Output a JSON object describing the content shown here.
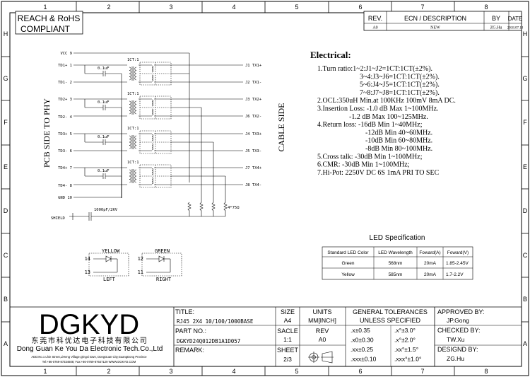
{
  "border": {
    "cols": [
      "1",
      "2",
      "3",
      "4",
      "5",
      "6",
      "7",
      "8"
    ],
    "rows": [
      "H",
      "G",
      "F",
      "E",
      "D",
      "C",
      "B",
      "A"
    ]
  },
  "compliance": {
    "line1": "REACH & RoHS",
    "line2": "COMPLIANT"
  },
  "revision_table": {
    "headers": [
      "REV.",
      "ECN / DESCRIPTION",
      "BY",
      "DATE"
    ],
    "row": [
      "A0",
      "NEW",
      "ZG.Hu",
      "2018.07.18"
    ]
  },
  "schematic": {
    "side_pcb": "PCB SIDE TO PHY",
    "side_cable": "CABLE SIDE",
    "left_pins": [
      "VCC 9",
      "TD1+ 1",
      "TD1- 2",
      "TD2+ 3",
      "TD2- 4",
      "TD3+ 5",
      "TD3- 6",
      "TD4+ 7",
      "TD4- 8",
      "GND 10"
    ],
    "right_pins": [
      "J1 TX1+",
      "J2 TX1-",
      "J3 TX2+",
      "J6 TX2-",
      "J4 TX3+",
      "J5 TX3-",
      "J7 TX4+",
      "J8 TX4-"
    ],
    "xfmr_label": "1CT:1",
    "cap_label": "0.1uF",
    "res_label": "4*75Ω",
    "shield_label": "SHIELD",
    "hv_cap_label": "1000pF/2KV"
  },
  "electrical": {
    "title": "Electrical:",
    "lines": [
      "1.Turn ratio:1~2:J1~J2=1CT:1CT(±2%).",
      "3~4:J3~J6=1CT:1CT(±2%).",
      "5~6:J4~J5=1CT:1CT(±2%).",
      "7~8:J7~J8=1CT:1CT(±2%).",
      "2.OCL:350uH Min.at 100KHz 100mV 8mA DC.",
      "3.Insertion Loss: -1.0 dB Max 1~100MHz.",
      "-1.2 dB Max 100~125MHz.",
      "4.Return loss: -16dB Min 1~40MHz;",
      "-12dB Min 40~60MHz.",
      "-10dB Min 60~80MHz.",
      "-8dB Min 80~100MHz.",
      "5.Cross talk: -30dB Min 1~100MHz;",
      "6.CMR: -30dB Min 1~100MHz;",
      "7.Hi-Pot: 2250V DC 6S 1mA PRI TO SEC"
    ]
  },
  "led_spec": {
    "title": "LED Specification",
    "headers": [
      "Standard LED Color",
      "LED Wavelength",
      "Foward(A)",
      "Foward(V)"
    ],
    "rows": [
      [
        "Green",
        "568nm",
        "20mA",
        "1.85-2.45V"
      ],
      [
        "Yellow",
        "585nm",
        "20mA",
        "1.7-2.2V"
      ]
    ]
  },
  "leds": [
    {
      "color": "YELLOW",
      "side": "LEFT",
      "pin_a": "14",
      "pin_b": "13"
    },
    {
      "color": "GREEN",
      "side": "RIGHT",
      "pin_a": "12",
      "pin_b": "11"
    }
  ],
  "title_block": {
    "logo": "DGKYD",
    "company_cn": "东莞市科优达电子科技有限公司",
    "company_en": "Dong Guan Ke You Da Electronic Tech.Co.,Ltd",
    "address": "ADD:No.1 Lhie Street,LiHeng Village,Qingxi town, DongGuan City,GuangDong Province",
    "contact": "Tel:+86-0769-87334608; Fax:+86-0769-87647129  WWW.DGKYD.COM",
    "title_label": "TITLE:",
    "title_value": "RJ45 2X4 10/100/1000BASE",
    "part_label": "PART NO.:",
    "part_value": "DGKYD24Q012DB1A1D057",
    "remark_label": "REMARK:",
    "size_label": "SIZE",
    "size_value": "A4",
    "units_label": "UNITS",
    "units_value": "MM[INCH]",
    "scale_label": "SACLE",
    "scale_value": "1:1",
    "rev_label": "REV",
    "rev_value": "A0",
    "sheet_label": "SHEET",
    "sheet_value": "2/3",
    "tol_title1": "GENERAL TOLERANCES",
    "tol_title2": "UNLESS SPECIFIED",
    "tolerances": [
      [
        ".x±0.35",
        ".x°±3.0°"
      ],
      [
        ".x0±0.30",
        ".x°±2.0°"
      ],
      [
        ".xx±0.25",
        ".xx°±1.5°"
      ],
      [
        ".xxx±0.10",
        ".xxx°±1.0°"
      ]
    ],
    "approved_label": "APPROVED BY:",
    "approved_value": "JP.Gong",
    "checked_label": "CHECKED BY:",
    "checked_value": "TW.Xu",
    "designed_label": "DESIGND BY:",
    "designed_value": "ZG.Hu"
  }
}
